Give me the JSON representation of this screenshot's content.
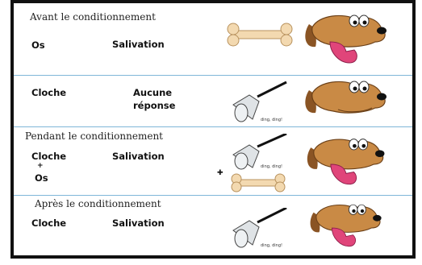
{
  "panels": [
    {
      "stage": "Avant le conditionnement",
      "stimulus": "Os",
      "response": "Salivation"
    },
    {
      "stage": "",
      "stimulus": "Cloche",
      "response_line1": "Aucune",
      "response_line2": "réponse"
    },
    {
      "stage": "Pendant le conditionnement",
      "stimulus_line1": "Cloche",
      "plus": "+",
      "stimulus_line2": "Os",
      "response": "Salivation"
    },
    {
      "stage": "Après le conditionnement",
      "stimulus": "Cloche",
      "response": "Salivation"
    }
  ],
  "bell_sound": "ding, ding!",
  "colors": {
    "divider": "#7fb6d8",
    "dog": "#c98a45",
    "tongue": "#e0457a",
    "bone": "#f3d9b0"
  },
  "icons": [
    "bone-icon",
    "dog-drooling-icon",
    "bell-icon",
    "dog-neutral-icon"
  ]
}
